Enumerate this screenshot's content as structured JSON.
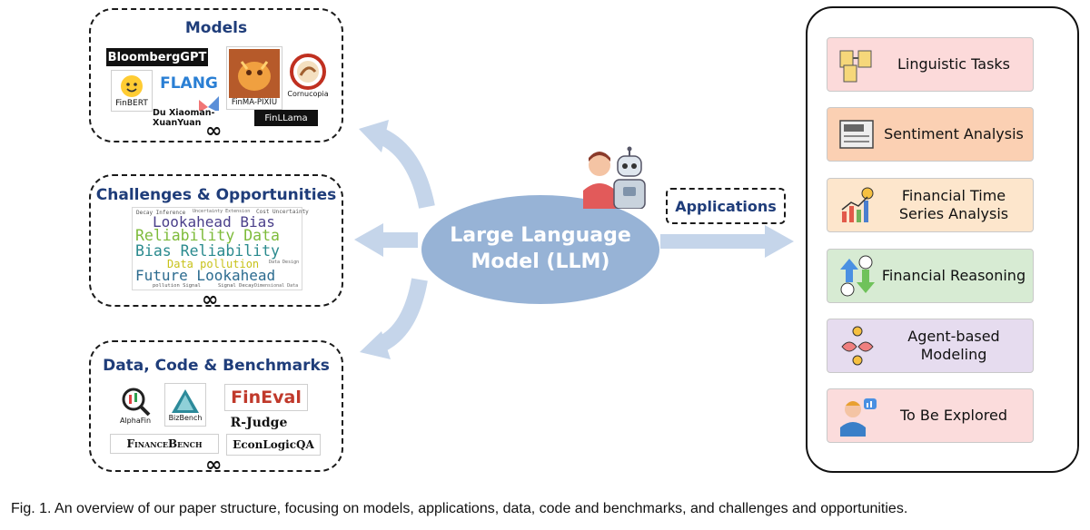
{
  "models": {
    "title": "Models",
    "logos": {
      "bloomberggpt": "BloombergGPT",
      "finbert": "FinBERT",
      "flang": "FLANG",
      "finma": "FinMA-PIXIU",
      "cornucopia": "Cornucopia",
      "xuanyuan": "Du Xiaoman-XuanYuan",
      "finllama": "FinLLama"
    },
    "more": "∞"
  },
  "challenges": {
    "title": "Challenges & Opportunities",
    "wordcloud": {
      "w1": "Lookahead Bias",
      "w2": "Reliability Data",
      "w3": "Bias Reliability",
      "w4": "Data pollution",
      "w5": "Future Lookahead",
      "s1": "Decay Inference",
      "s2": "Uncertainty Extension",
      "s3": "Cost Uncertainty",
      "s4": "pollution Signal",
      "s5": "Signal Decay",
      "s6": "Dimensional Data",
      "s7": "Data Design"
    },
    "more": "∞"
  },
  "data": {
    "title": "Data, Code & Benchmarks",
    "logos": {
      "alphafin": "AlphaFin",
      "bizbench": "BizBench",
      "fineval": "FinEval",
      "rjudge": "R-Judge",
      "financebench": "FinanceBench",
      "econlogicqa": "EconLogicQA"
    },
    "more": "∞"
  },
  "center": {
    "line1": "Large Language",
    "line2": "Model (LLM)"
  },
  "applications_label": "Applications",
  "applications": [
    {
      "label": "Linguistic Tasks",
      "bg": "#fcdada"
    },
    {
      "label": "Sentiment Analysis",
      "bg": "#fbd0b3"
    },
    {
      "line1": "Financial Time",
      "line2": "Series Analysis",
      "bg": "#fde6cc"
    },
    {
      "label": "Financial Reasoning",
      "bg": "#d7ebd3"
    },
    {
      "line1": "Agent-based",
      "line2": "Modeling",
      "bg": "#e6dcef"
    },
    {
      "label": "To Be Explored",
      "bg": "#fbdcdc"
    }
  ],
  "caption": "Fig. 1. An overview of our paper structure, focusing on models, applications, data, code and benchmarks, and challenges and opportunities.",
  "colors": {
    "ellipse": "#97b3d6",
    "arrow": "#c5d5ea",
    "title": "#1f3d7a"
  }
}
